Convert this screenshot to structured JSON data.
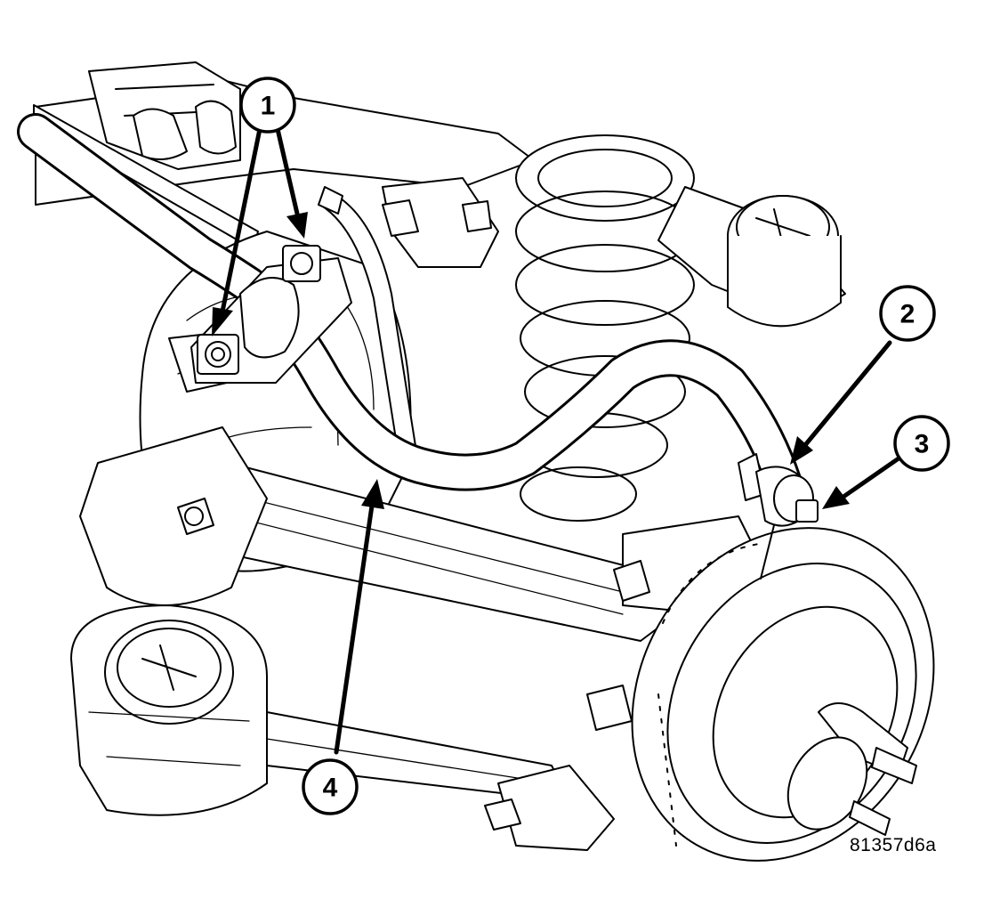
{
  "diagram": {
    "figure_id": "81357d6a",
    "callouts": [
      {
        "num": "1",
        "name": "callout-1"
      },
      {
        "num": "2",
        "name": "callout-2"
      },
      {
        "num": "3",
        "name": "callout-3"
      },
      {
        "num": "4",
        "name": "callout-4"
      }
    ]
  },
  "colors": {
    "line": "#000000",
    "background": "#ffffff"
  }
}
